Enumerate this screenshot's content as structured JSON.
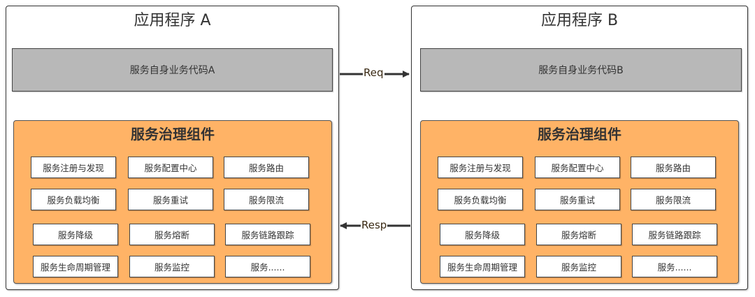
{
  "apps": [
    {
      "id": "a",
      "title": "应用程序 A",
      "business_code": "服务自身业务代码A",
      "governance": {
        "title": "服务治理组件",
        "components": [
          [
            "服务注册与发现",
            "服务配置中心",
            "服务路由"
          ],
          [
            "服务负载均衡",
            "服务重试",
            "服务限流"
          ],
          [
            "服务降级",
            "服务熔断",
            "服务链路跟踪"
          ],
          [
            "服务生命周期管理",
            "服务监控",
            "服务......"
          ]
        ]
      }
    },
    {
      "id": "b",
      "title": "应用程序 B",
      "business_code": "服务自身业务代码B",
      "governance": {
        "title": "服务治理组件",
        "components": [
          [
            "服务注册与发现",
            "服务配置中心",
            "服务路由"
          ],
          [
            "服务负载均衡",
            "服务重试",
            "服务限流"
          ],
          [
            "服务降级",
            "服务熔断",
            "服务链路跟踪"
          ],
          [
            "服务生命周期管理",
            "服务监控",
            "服务......"
          ]
        ]
      }
    }
  ],
  "arrows": {
    "request": {
      "label": "Req",
      "direction": "A-to-B"
    },
    "response": {
      "label": "Resp",
      "direction": "B-to-A"
    }
  },
  "colors": {
    "governance_fill": "#ffb366",
    "business_fill": "#b8b8b8",
    "border": "#333333"
  }
}
